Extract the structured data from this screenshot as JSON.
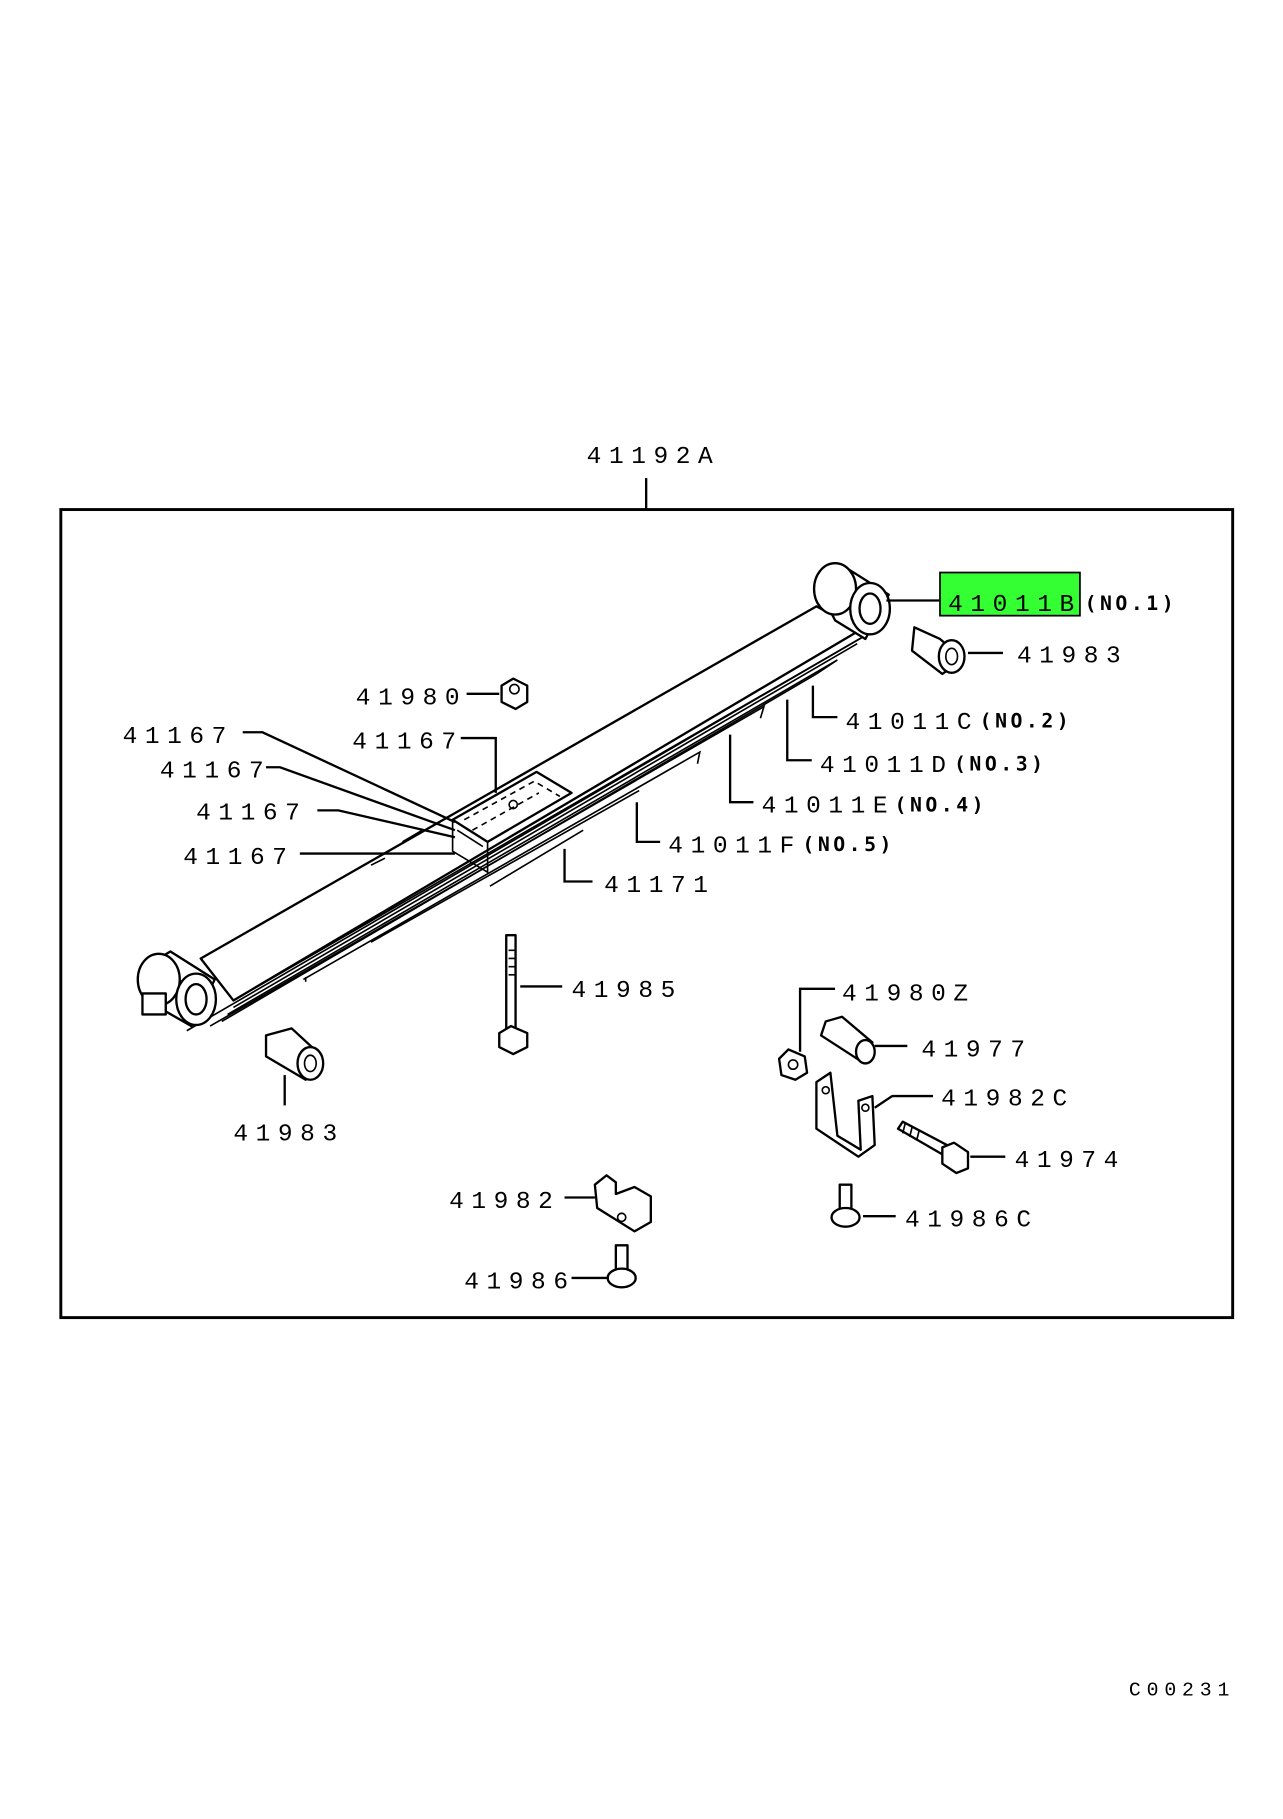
{
  "diagram": {
    "assembly_label": "41192A",
    "highlight_color": "#33ff33",
    "diagram_code": "C00231",
    "parts": {
      "leaf_no1": {
        "part": "41011B",
        "note": "(NO.1)"
      },
      "leaf_no2": {
        "part": "41011C",
        "note": "(NO.2)"
      },
      "leaf_no3": {
        "part": "41011D",
        "note": "(NO.3)"
      },
      "leaf_no4": {
        "part": "41011E",
        "note": "(NO.4)"
      },
      "leaf_no5": {
        "part": "41011F",
        "note": "(NO.5)"
      },
      "bushing_right": "41983",
      "bushing_left": "41983",
      "nut": "41980",
      "clip_1": "41167",
      "clip_2": "41167",
      "clip_3": "41167",
      "clip_4": "41167",
      "clip_5": "41167",
      "spacer": "41171",
      "center_bolt": "41985",
      "nut_z": "41980Z",
      "sleeve": "41977",
      "bracket_c": "41982C",
      "bolt": "41974",
      "bracket": "41982",
      "screw_c": "41986C",
      "screw": "41986"
    }
  }
}
